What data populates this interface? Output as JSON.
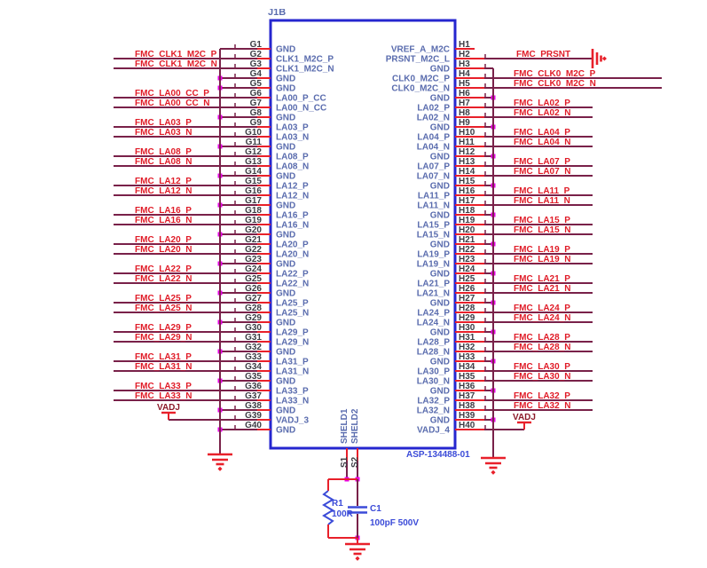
{
  "schematic": {
    "refdes": "J1B",
    "part_number": "ASP-134488-01",
    "power_labels": {
      "left_vadj": "VADJ",
      "right_vadj": "VADJ"
    },
    "components": {
      "resistor": {
        "ref": "R1",
        "value": "100R"
      },
      "capacitor": {
        "ref": "C1",
        "value": "100pF 500V"
      }
    },
    "connector": {
      "shield_pins": [
        {
          "num": "S1",
          "name": "SHELD1"
        },
        {
          "num": "S2",
          "name": "SHELD2"
        }
      ],
      "left_pins": [
        {
          "num": "G1",
          "name": "GND",
          "net": "",
          "type": "gnd"
        },
        {
          "num": "G2",
          "name": "CLK1_M2C_P",
          "net": "FMC_CLK1_M2C_P",
          "type": "signal"
        },
        {
          "num": "G3",
          "name": "CLK1_M2C_N",
          "net": "FMC_CLK1_M2C_N",
          "type": "signal"
        },
        {
          "num": "G4",
          "name": "GND",
          "net": "",
          "type": "gnd"
        },
        {
          "num": "G5",
          "name": "GND",
          "net": "",
          "type": "gnd"
        },
        {
          "num": "G6",
          "name": "LA00_P_CC",
          "net": "FMC_LA00_CC_P",
          "type": "signal"
        },
        {
          "num": "G7",
          "name": "LA00_N_CC",
          "net": "FMC_LA00_CC_N",
          "type": "signal"
        },
        {
          "num": "G8",
          "name": "GND",
          "net": "",
          "type": "gnd"
        },
        {
          "num": "G9",
          "name": "LA03_P",
          "net": "FMC_LA03_P",
          "type": "signal"
        },
        {
          "num": "G10",
          "name": "LA03_N",
          "net": "FMC_LA03_N",
          "type": "signal"
        },
        {
          "num": "G11",
          "name": "GND",
          "net": "",
          "type": "gnd"
        },
        {
          "num": "G12",
          "name": "LA08_P",
          "net": "FMC_LA08_P",
          "type": "signal"
        },
        {
          "num": "G13",
          "name": "LA08_N",
          "net": "FMC_LA08_N",
          "type": "signal"
        },
        {
          "num": "G14",
          "name": "GND",
          "net": "",
          "type": "gnd"
        },
        {
          "num": "G15",
          "name": "LA12_P",
          "net": "FMC_LA12_P",
          "type": "signal"
        },
        {
          "num": "G16",
          "name": "LA12_N",
          "net": "FMC_LA12_N",
          "type": "signal"
        },
        {
          "num": "G17",
          "name": "GND",
          "net": "",
          "type": "gnd"
        },
        {
          "num": "G18",
          "name": "LA16_P",
          "net": "FMC_LA16_P",
          "type": "signal"
        },
        {
          "num": "G19",
          "name": "LA16_N",
          "net": "FMC_LA16_N",
          "type": "signal"
        },
        {
          "num": "G20",
          "name": "GND",
          "net": "",
          "type": "gnd"
        },
        {
          "num": "G21",
          "name": "LA20_P",
          "net": "FMC_LA20_P",
          "type": "signal"
        },
        {
          "num": "G22",
          "name": "LA20_N",
          "net": "FMC_LA20_N",
          "type": "signal"
        },
        {
          "num": "G23",
          "name": "GND",
          "net": "",
          "type": "gnd"
        },
        {
          "num": "G24",
          "name": "LA22_P",
          "net": "FMC_LA22_P",
          "type": "signal"
        },
        {
          "num": "G25",
          "name": "LA22_N",
          "net": "FMC_LA22_N",
          "type": "signal"
        },
        {
          "num": "G26",
          "name": "GND",
          "net": "",
          "type": "gnd"
        },
        {
          "num": "G27",
          "name": "LA25_P",
          "net": "FMC_LA25_P",
          "type": "signal"
        },
        {
          "num": "G28",
          "name": "LA25_N",
          "net": "FMC_LA25_N",
          "type": "signal"
        },
        {
          "num": "G29",
          "name": "GND",
          "net": "",
          "type": "gnd"
        },
        {
          "num": "G30",
          "name": "LA29_P",
          "net": "FMC_LA29_P",
          "type": "signal"
        },
        {
          "num": "G31",
          "name": "LA29_N",
          "net": "FMC_LA29_N",
          "type": "signal"
        },
        {
          "num": "G32",
          "name": "GND",
          "net": "",
          "type": "gnd"
        },
        {
          "num": "G33",
          "name": "LA31_P",
          "net": "FMC_LA31_P",
          "type": "signal"
        },
        {
          "num": "G34",
          "name": "LA31_N",
          "net": "FMC_LA31_N",
          "type": "signal"
        },
        {
          "num": "G35",
          "name": "GND",
          "net": "",
          "type": "gnd"
        },
        {
          "num": "G36",
          "name": "LA33_P",
          "net": "FMC_LA33_P",
          "type": "signal"
        },
        {
          "num": "G37",
          "name": "LA33_N",
          "net": "FMC_LA33_N",
          "type": "signal"
        },
        {
          "num": "G38",
          "name": "GND",
          "net": "",
          "type": "gnd"
        },
        {
          "num": "G39",
          "name": "VADJ_3",
          "net": "VADJ",
          "type": "vadj"
        },
        {
          "num": "G40",
          "name": "GND",
          "net": "",
          "type": "gnd"
        }
      ],
      "right_pins": [
        {
          "num": "H1",
          "name": "VREF_A_M2C",
          "net": "",
          "type": "nc"
        },
        {
          "num": "H2",
          "name": "PRSNT_M2C_L",
          "net": "FMC_PRSNT",
          "type": "prsnt"
        },
        {
          "num": "H3",
          "name": "GND",
          "net": "",
          "type": "gnd"
        },
        {
          "num": "H4",
          "name": "CLK0_M2C_P",
          "net": "FMC_CLK0_M2C_P",
          "type": "signal_long"
        },
        {
          "num": "H5",
          "name": "CLK0_M2C_N",
          "net": "FMC_CLK0_M2C_N",
          "type": "signal_long"
        },
        {
          "num": "H6",
          "name": "GND",
          "net": "",
          "type": "gnd"
        },
        {
          "num": "H7",
          "name": "LA02_P",
          "net": "FMC_LA02_P",
          "type": "signal"
        },
        {
          "num": "H8",
          "name": "LA02_N",
          "net": "FMC_LA02_N",
          "type": "signal"
        },
        {
          "num": "H9",
          "name": "GND",
          "net": "",
          "type": "gnd"
        },
        {
          "num": "H10",
          "name": "LA04_P",
          "net": "FMC_LA04_P",
          "type": "signal"
        },
        {
          "num": "H11",
          "name": "LA04_N",
          "net": "FMC_LA04_N",
          "type": "signal"
        },
        {
          "num": "H12",
          "name": "GND",
          "net": "",
          "type": "gnd"
        },
        {
          "num": "H13",
          "name": "LA07_P",
          "net": "FMC_LA07_P",
          "type": "signal"
        },
        {
          "num": "H14",
          "name": "LA07_N",
          "net": "FMC_LA07_N",
          "type": "signal"
        },
        {
          "num": "H15",
          "name": "GND",
          "net": "",
          "type": "gnd"
        },
        {
          "num": "H16",
          "name": "LA11_P",
          "net": "FMC_LA11_P",
          "type": "signal"
        },
        {
          "num": "H17",
          "name": "LA11_N",
          "net": "FMC_LA11_N",
          "type": "signal"
        },
        {
          "num": "H18",
          "name": "GND",
          "net": "",
          "type": "gnd"
        },
        {
          "num": "H19",
          "name": "LA15_P",
          "net": "FMC_LA15_P",
          "type": "signal"
        },
        {
          "num": "H20",
          "name": "LA15_N",
          "net": "FMC_LA15_N",
          "type": "signal"
        },
        {
          "num": "H21",
          "name": "GND",
          "net": "",
          "type": "gnd"
        },
        {
          "num": "H22",
          "name": "LA19_P",
          "net": "FMC_LA19_P",
          "type": "signal"
        },
        {
          "num": "H23",
          "name": "LA19_N",
          "net": "FMC_LA19_N",
          "type": "signal"
        },
        {
          "num": "H24",
          "name": "GND",
          "net": "",
          "type": "gnd"
        },
        {
          "num": "H25",
          "name": "LA21_P",
          "net": "FMC_LA21_P",
          "type": "signal"
        },
        {
          "num": "H26",
          "name": "LA21_N",
          "net": "FMC_LA21_N",
          "type": "signal"
        },
        {
          "num": "H27",
          "name": "GND",
          "net": "",
          "type": "gnd"
        },
        {
          "num": "H28",
          "name": "LA24_P",
          "net": "FMC_LA24_P",
          "type": "signal"
        },
        {
          "num": "H29",
          "name": "LA24_N",
          "net": "FMC_LA24_N",
          "type": "signal"
        },
        {
          "num": "H30",
          "name": "GND",
          "net": "",
          "type": "gnd"
        },
        {
          "num": "H31",
          "name": "LA28_P",
          "net": "FMC_LA28_P",
          "type": "signal"
        },
        {
          "num": "H32",
          "name": "LA28_N",
          "net": "FMC_LA28_N",
          "type": "signal"
        },
        {
          "num": "H33",
          "name": "GND",
          "net": "",
          "type": "gnd"
        },
        {
          "num": "H34",
          "name": "LA30_P",
          "net": "FMC_LA30_P",
          "type": "signal"
        },
        {
          "num": "H35",
          "name": "LA30_N",
          "net": "FMC_LA30_N",
          "type": "signal"
        },
        {
          "num": "H36",
          "name": "GND",
          "net": "",
          "type": "gnd"
        },
        {
          "num": "H37",
          "name": "LA32_P",
          "net": "FMC_LA32_P",
          "type": "signal"
        },
        {
          "num": "H38",
          "name": "LA32_N",
          "net": "FMC_LA32_N",
          "type": "signal"
        },
        {
          "num": "H39",
          "name": "GND",
          "net": "",
          "type": "gnd"
        },
        {
          "num": "H40",
          "name": "VADJ_4",
          "net": "VADJ",
          "type": "vadj"
        }
      ]
    },
    "colors": {
      "box_blue": "#2526cf",
      "pin_name_blue": "#5a6cae",
      "component_blue": "#3b4bd8",
      "wire_maroon": "#792149",
      "stub_red": "#e8202a",
      "label_red": "#e01c28",
      "vadj_red": "#8c1a2a",
      "pin_number_gray": "#3c3c44",
      "junction_magenta": "#ea00ea"
    }
  }
}
